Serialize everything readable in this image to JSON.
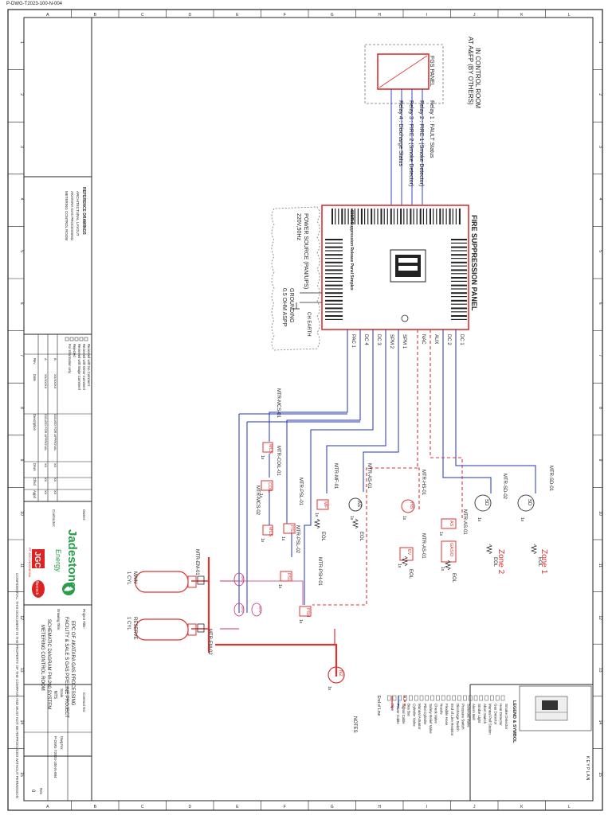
{
  "header": {
    "doc_number_small": "P-DWG-T2023-100-N-004"
  },
  "grid": {
    "cols": [
      "A",
      "B",
      "C",
      "D",
      "E",
      "F",
      "G",
      "H",
      "I",
      "J",
      "K",
      "L"
    ],
    "rows": [
      "1",
      "2",
      "3",
      "4",
      "5",
      "6",
      "7",
      "8",
      "9",
      "10",
      "11",
      "12",
      "13",
      "14",
      "15"
    ]
  },
  "colors": {
    "red": "#e03030",
    "blue": "#2030c0",
    "line": "#222222",
    "magenta": "#c0307a",
    "grey": "#888888"
  },
  "fgs_panel": {
    "location_line1": "IN CONTROL ROOM",
    "location_line2": "AT A&FP (BY OTHERS)",
    "label": "FGS PANEL",
    "relays": [
      "Relay 1 : FAULT Status",
      "Relay 2 : FIRE 1 (Smoke Detector)",
      "Relay 3 : FIRE 2 (Smoke Detector)",
      "Relay 4 : Discharge Status"
    ]
  },
  "fire_panel": {
    "title": "FIRE SUPPRESSION PANEL",
    "subtitle": "600/R Suppression Release Panel Simplex",
    "terminals": [
      "DC 1",
      "DC 2",
      "AUX",
      "NAC",
      "SPM 1",
      "SPM 2",
      "DC 3",
      "DC 4",
      "PAC 1"
    ],
    "earth": "CH EARTH"
  },
  "power": {
    "line1": "POWER SOURCE (PAN/UPS)",
    "line2": "220V,50Hz",
    "line3": "GROUNDING",
    "line4": "0.5 OHM ASPP"
  },
  "devices": [
    {
      "code": "SD",
      "tag": "MTR-SD-01",
      "qty": "1x"
    },
    {
      "code": "SD",
      "tag": "MTR-SD-02",
      "qty": "1x"
    },
    {
      "code": "AS",
      "tag": "",
      "qty": "1x"
    },
    {
      "code": "GAS/D",
      "tag": "MTR-AS-01",
      "qty": "1x"
    },
    {
      "code": "HS",
      "tag": "MTR-HS-01",
      "qty": "1x"
    },
    {
      "code": "EV",
      "tag": "MTR-AS-01",
      "qty": "1x"
    },
    {
      "code": "AS",
      "tag": "MTR-AS-01",
      "qty": "1x"
    },
    {
      "code": "MF",
      "tag": "MTR-MF-01",
      "qty": "1x"
    },
    {
      "code": "PSL",
      "tag": "MTR-PSL-01",
      "qty": "1x"
    },
    {
      "code": "PSL",
      "tag": "MTR-PSL-02",
      "qty": "1x"
    },
    {
      "code": "PSH",
      "tag": "MTR-PSH-01",
      "qty": "1x"
    },
    {
      "code": "COIL",
      "tag": "MTR-COIL-01",
      "qty": "1x"
    },
    {
      "code": "MCS",
      "tag": "MTR-MCS-01",
      "qty": "1x"
    },
    {
      "code": "MCS",
      "tag": "MTR-MCS-02",
      "qty": "1x"
    },
    {
      "code": "N2",
      "tag": "",
      "qty": "1x"
    }
  ],
  "zones": [
    "Zone 1",
    "Zone 2"
  ],
  "eol": "EOL",
  "cylinders": {
    "main_line1": "MAIN",
    "main_line2": "1 CYL",
    "reserve_line1": "RESERVE",
    "reserve_line2": "1 CYL",
    "tag1": "MTR-EM-01",
    "tag2": "MTR-EM-02",
    "cv": [
      "SRV",
      "SRV",
      "SRV"
    ]
  },
  "legend": {
    "keyplan": "K E Y P L A N",
    "title": "LEGEND & SYMBOL",
    "items": [
      "Smoke Detector",
      "Heat Detector",
      "Gas Detector",
      "Manual Pull Station",
      "Abort Switch",
      "Strobe Light",
      "Alarm Bell",
      "Solenoid Valve",
      "Pressure Switch",
      "Discharge Switch",
      "End of Line Resistor",
      "Flexible Hose",
      "Nozzle",
      "Check Valve",
      "Safety Relief Valve",
      "Pilot Cylinder",
      "Manual Actuator",
      "Cylinder Valve",
      "Bus Bar",
      "Signal Cable",
      "Power Cable",
      "Pipe"
    ],
    "eol_legend": "End of Line",
    "notes": "NOTES"
  },
  "title_block": {
    "owner_label": "Owner:",
    "contractor_label": "Contractor:",
    "jadestone": "Jadestone",
    "jadestone_sub": "Energy",
    "jgc": "JGC",
    "jgc_sub": "PT JGC INDONESIA",
    "vendor": "flexrock",
    "project_title": "Project Title:",
    "project_line1": "EPC OF AKATARA GAS PROCESSING",
    "project_line2": "FACILITY & SALE S GAS PIPELINE PROJECT",
    "drawing_title": "Drawing Title:",
    "drawing_line1": "SCHEMATIC DIAGRAM FM-200 SYSTEM",
    "drawing_line2": "METERING CONTROL ROOM",
    "contract_no": "Contract No:",
    "scale_label": "Scale",
    "scale": "NTS",
    "dwg_no_label": "Dwg No:",
    "dwg_no": "P-DWG-T2023-100-N-004",
    "rev_label": "Rev",
    "rev": "0",
    "revision_header": [
      "Rev",
      "Date",
      "Description",
      "Drwn",
      "Chkd",
      "Appd"
    ],
    "revisions": [
      [
        "A",
        "XX/XX/XX",
        "ISSUED FOR APPROVAL",
        "XX",
        "XX",
        "XX"
      ],
      [
        "B",
        "XX/XX/XX",
        "ISSUED FOR APPROVAL",
        "XX",
        "XX",
        "XX"
      ]
    ],
    "status_items": [
      "Reviewed with No Comment",
      "Reviewed with Minor Comment",
      "Reviewed with Major Comment",
      "Rejected",
      "For Information only"
    ],
    "reference_label": "REFERENCE DRAWINGS",
    "reference_items": [
      "ARCHITECTURAL LAYOUT",
      "AKATARA GAS PROCESSING",
      "METERING CONTROL ROOM"
    ],
    "disclaimer": "CONFIDENTIAL: THIS DOCUMENT IS THE PROPERTY OF THE COMPANY AND MUST NOT BE REPRODUCED WITHOUT PERMISSION"
  }
}
